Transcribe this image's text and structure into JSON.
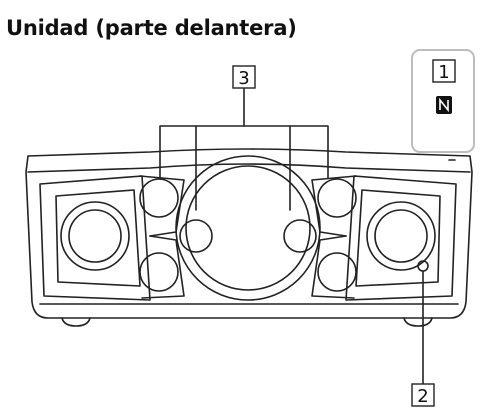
{
  "title": "Unidad (parte delantera)",
  "callouts": [
    {
      "id": "1",
      "label": "1"
    },
    {
      "id": "2",
      "label": "2"
    },
    {
      "id": "3",
      "label": "3"
    }
  ],
  "icons": {
    "nfc": "nfc-icon"
  },
  "colors": {
    "line": "#222222",
    "callout_box_border": "#bdbdbd"
  }
}
